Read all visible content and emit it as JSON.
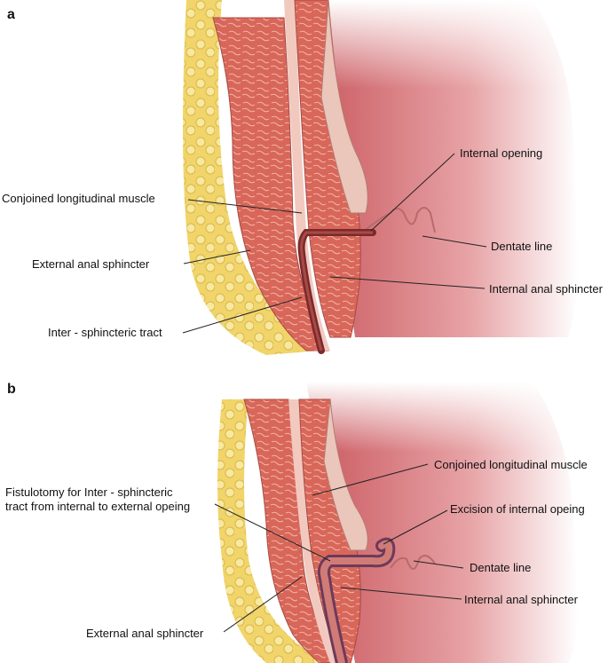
{
  "panels": [
    {
      "letter": "a",
      "labels": {
        "internal_opening": "Internal opening",
        "conjoined_longitudinal_muscle": "Conjoined longitudinal muscle",
        "dentate_line": "Dentate line",
        "external_anal_sphincter": "External anal sphincter",
        "internal_anal_sphincter": "Internal anal sphincter",
        "inter_sphincteric_tract": "Inter - sphincteric tract"
      }
    },
    {
      "letter": "b",
      "labels": {
        "conjoined_longitudinal_muscle": "Conjoined longitudinal muscle",
        "fistulotomy_line1": "Fistulotomy for Inter - sphincteric",
        "fistulotomy_line2": "tract from internal to external opeing",
        "excision_internal_opening": "Excision of internal opeing",
        "dentate_line": "Dentate line",
        "internal_anal_sphincter": "Internal anal sphincter",
        "external_anal_sphincter": "External anal sphincter"
      }
    }
  ],
  "colors": {
    "fat": "#f0d66a",
    "muscle": "#d9695c",
    "mucosa": "#e9a3a0",
    "tract": "#7a2a2a",
    "leader": "#222222"
  }
}
